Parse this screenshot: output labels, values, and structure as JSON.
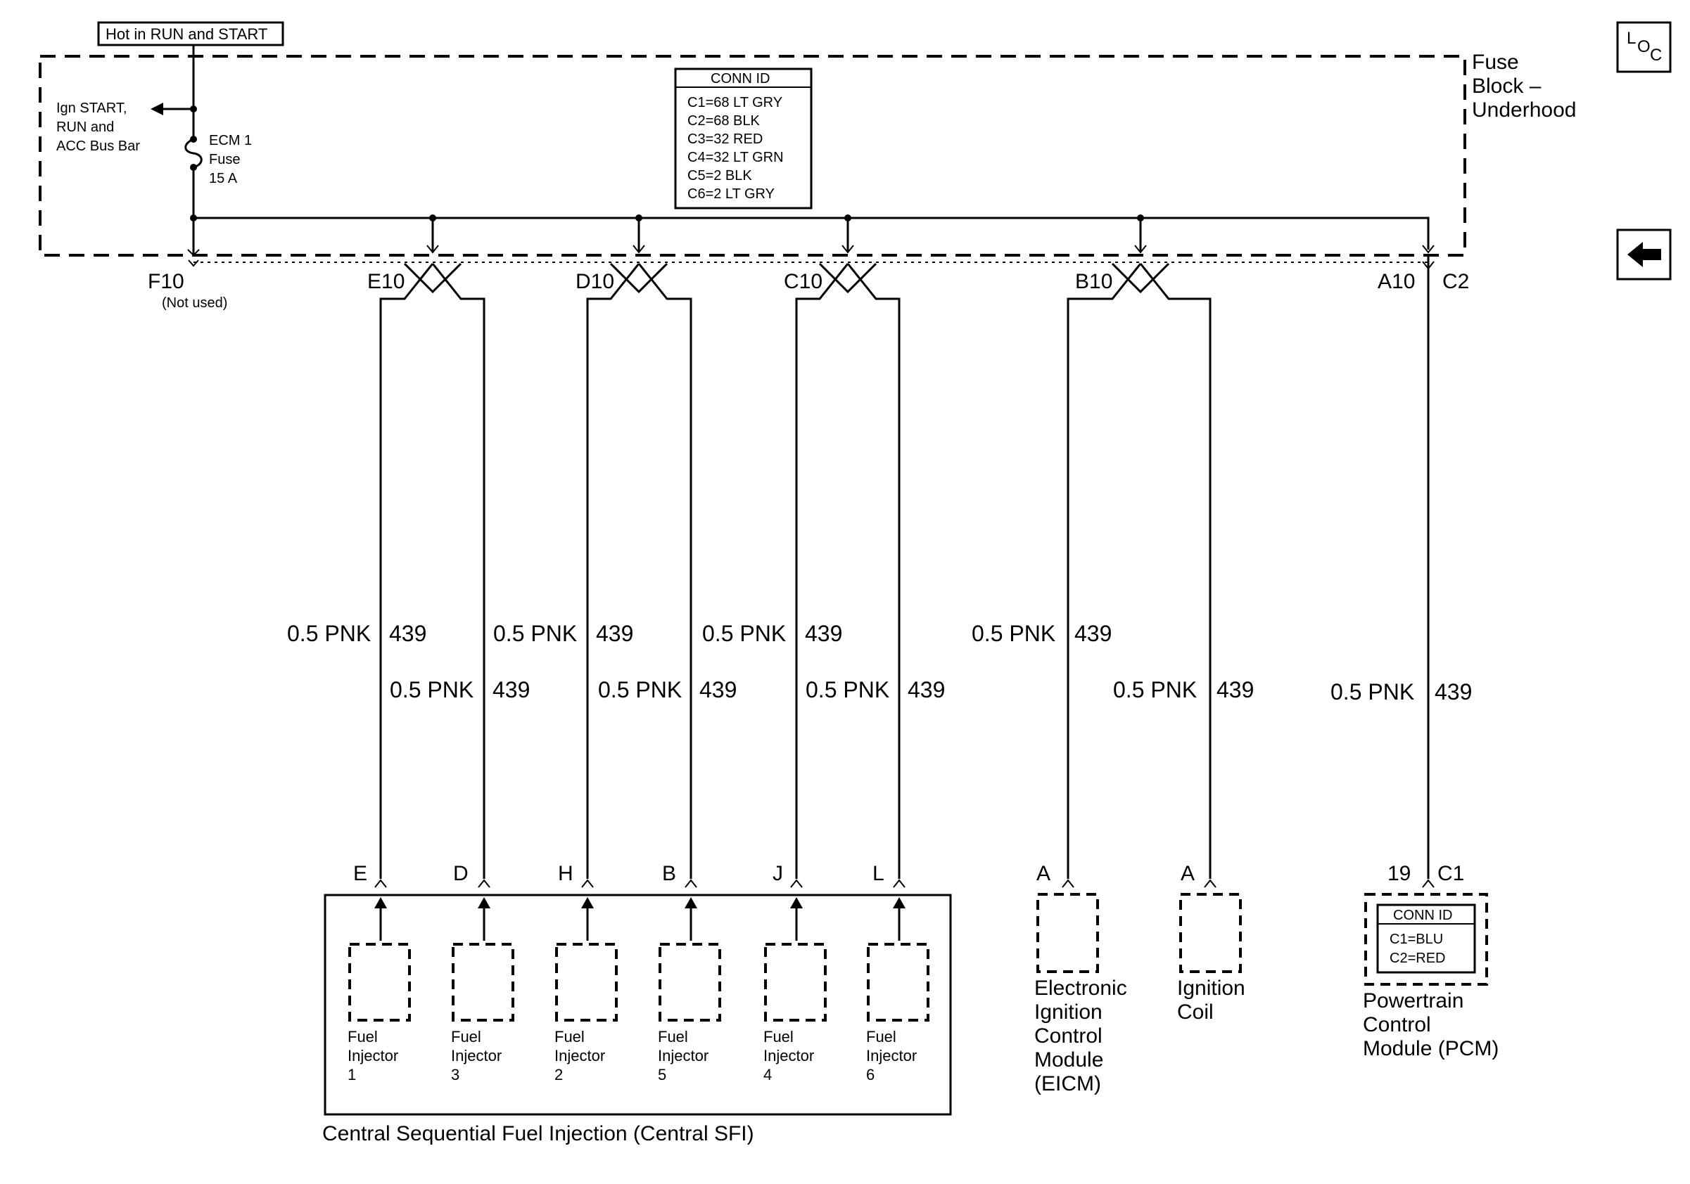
{
  "header": {
    "hot_label": "Hot in RUN and START",
    "fuse_block": [
      "Fuse",
      "Block –",
      "Underhood"
    ],
    "busbar": [
      "Ign START,",
      "RUN and",
      "ACC Bus Bar"
    ],
    "fuse": [
      "ECM 1",
      "Fuse",
      "15 A"
    ]
  },
  "conn_id": {
    "title": "CONN ID",
    "lines": [
      "C1=68 LT GRY",
      "C2=68 BLK",
      "C3=32 RED",
      "C4=32 LT GRN",
      "C5=2 BLK",
      "C6=2 LT GRY"
    ]
  },
  "terminals": {
    "f10": "F10",
    "f10_note": "(Not used)",
    "e10": "E10",
    "d10": "D10",
    "c10": "C10",
    "b10": "B10",
    "a10": "A10",
    "c2": "C2"
  },
  "wires": {
    "gauge": "0.5 PNK",
    "circuit": "439"
  },
  "sfi": {
    "title": "Central Sequential Fuel Injection (Central SFI)",
    "pins": [
      "E",
      "D",
      "H",
      "B",
      "J",
      "L"
    ],
    "injector_word1": "Fuel",
    "injector_word2": "Injector",
    "injector_numbers": [
      "1",
      "3",
      "2",
      "5",
      "4",
      "6"
    ]
  },
  "eicm": {
    "pin": "A",
    "label": [
      "Electronic",
      "Ignition",
      "Control",
      "Module",
      "(EICM)"
    ]
  },
  "coil": {
    "pin": "A",
    "label": [
      "Ignition",
      "Coil"
    ]
  },
  "pcm": {
    "pin": "19",
    "conn": "C1",
    "conn_title": "CONN ID",
    "conn_lines": [
      "C1=BLU",
      "C2=RED"
    ],
    "label": [
      "Powertrain",
      "Control",
      "Module (PCM)"
    ]
  },
  "icons": {
    "loc": "location-icon",
    "back": "back-arrow-icon",
    "loc_text": [
      "L",
      "O",
      "C"
    ]
  }
}
